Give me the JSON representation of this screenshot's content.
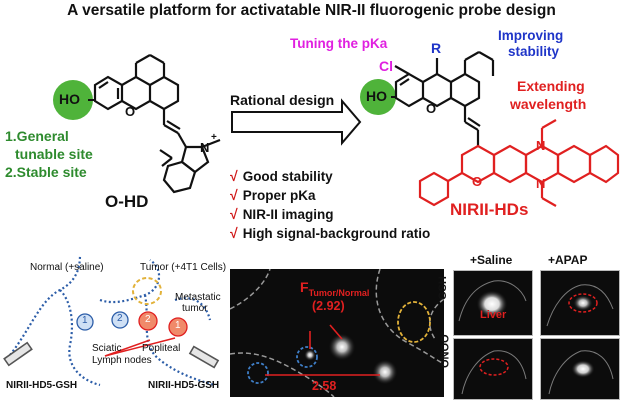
{
  "title": "A versatile platform for activatable NIR-II fluorogenic probe design",
  "left": {
    "ho": "HO",
    "site1": "1.General",
    "site1b": "tunable site",
    "site2": "2.Stable site",
    "name": "O-HD",
    "n_plus": "N",
    "plus": "+"
  },
  "arrow_label": "Rational design",
  "right": {
    "ho": "HO",
    "cl": "Cl",
    "r": "R",
    "pka": "Tuning the pKa",
    "stab1": "Improving",
    "stab2": "stability",
    "wave1": "Extending",
    "wave2": "wavelength",
    "name": "NIRII-HDs",
    "n1": "N",
    "n2": "N",
    "o_plus": "O"
  },
  "features": [
    {
      "check": "√",
      "text": "Good stability"
    },
    {
      "check": "√",
      "text": "Proper pKa"
    },
    {
      "check": "√",
      "text": "NIR-II imaging"
    },
    {
      "check": "√",
      "text": "High signal-background ratio"
    }
  ],
  "lymph": {
    "normal": "Normal (+saline)",
    "tumor": "Tumor (+4T1 Cells)",
    "metastatic1": "Metastatic",
    "metastatic2": "tumor",
    "sciatic": "Sciatic",
    "popliteal": "Popliteal",
    "nodes": "Lymph nodes",
    "n1": "1",
    "n2": "2",
    "n3": "2",
    "n4": "1",
    "probe_left": "NIRII-HD5-GSH",
    "probe_right": "NIRII-HD5-GSH"
  },
  "imaging": {
    "ratio_label": "F",
    "ratio_sub": "Tumor/Normal",
    "val1": "(2.92)",
    "val2": "2.58"
  },
  "liver": {
    "saline": "+Saline",
    "apap": "+APAP",
    "gsh": "GSH",
    "onoo": "ONOO",
    "onoo_sup": "-",
    "liver_label": "Liver"
  }
}
